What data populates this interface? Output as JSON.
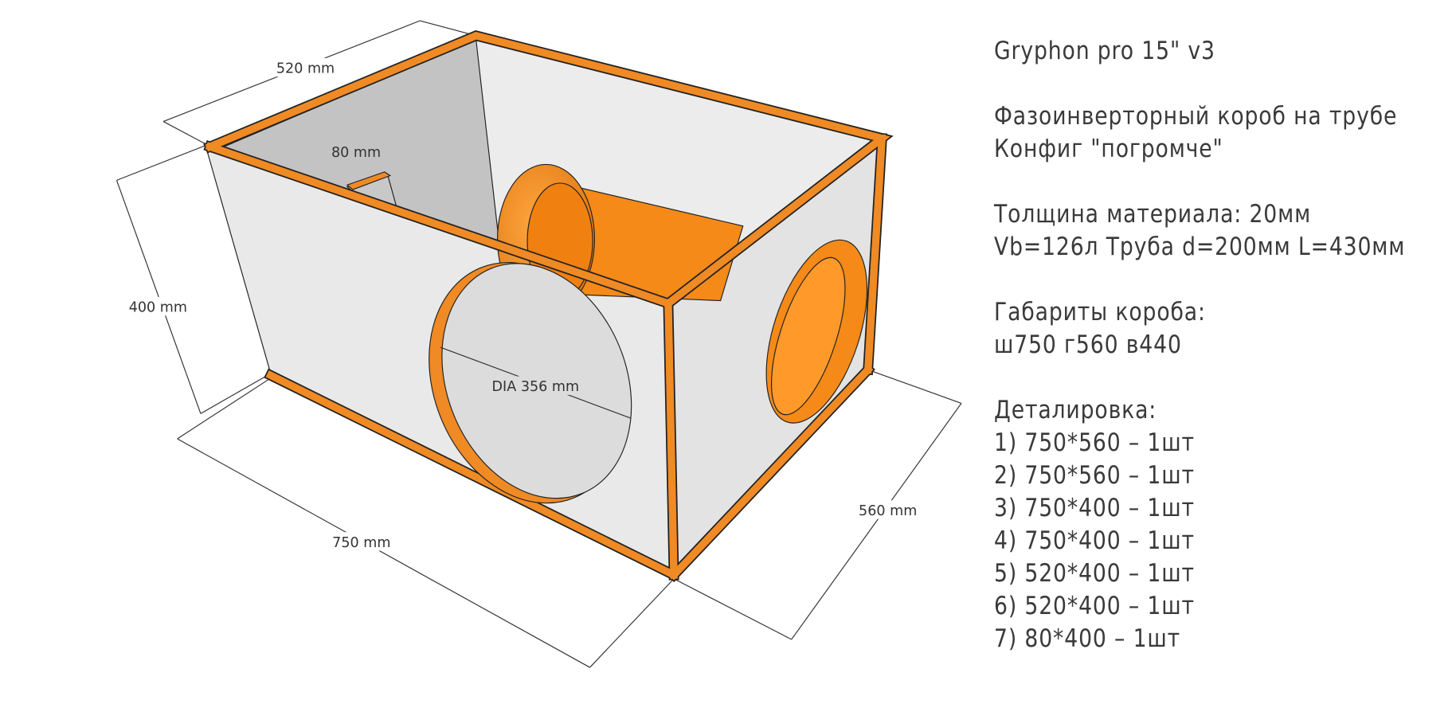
{
  "title": "Gryphon pro 15\" v3",
  "description": [
    "Фазоинверторный короб на трубе",
    "Конфиг \"погромче\""
  ],
  "specs": [
    "Толщина материала: 20мм",
    "Vb=126л Труба d=200мм L=430мм"
  ],
  "dimensions": {
    "heading": "Габариты короба:",
    "value": "ш750 г560 в440"
  },
  "parts": {
    "heading": "Деталировка:",
    "items": [
      "1) 750*560 – 1шт",
      "2) 750*560 – 1шт",
      "3) 750*400 – 1шт",
      "4) 750*400 – 1шт",
      "5) 520*400 – 1шт",
      "6) 520*400 – 1шт",
      "7) 80*400 – 1шт"
    ]
  },
  "dimension_labels": {
    "depth_top": "520 mm",
    "divider": "80 mm",
    "height": "400 mm",
    "speaker_hole": "DIA 356 mm",
    "width": "750 mm",
    "depth": "560 mm"
  },
  "colors": {
    "edge": "#f08a24",
    "panel": "#e6e6e6"
  }
}
